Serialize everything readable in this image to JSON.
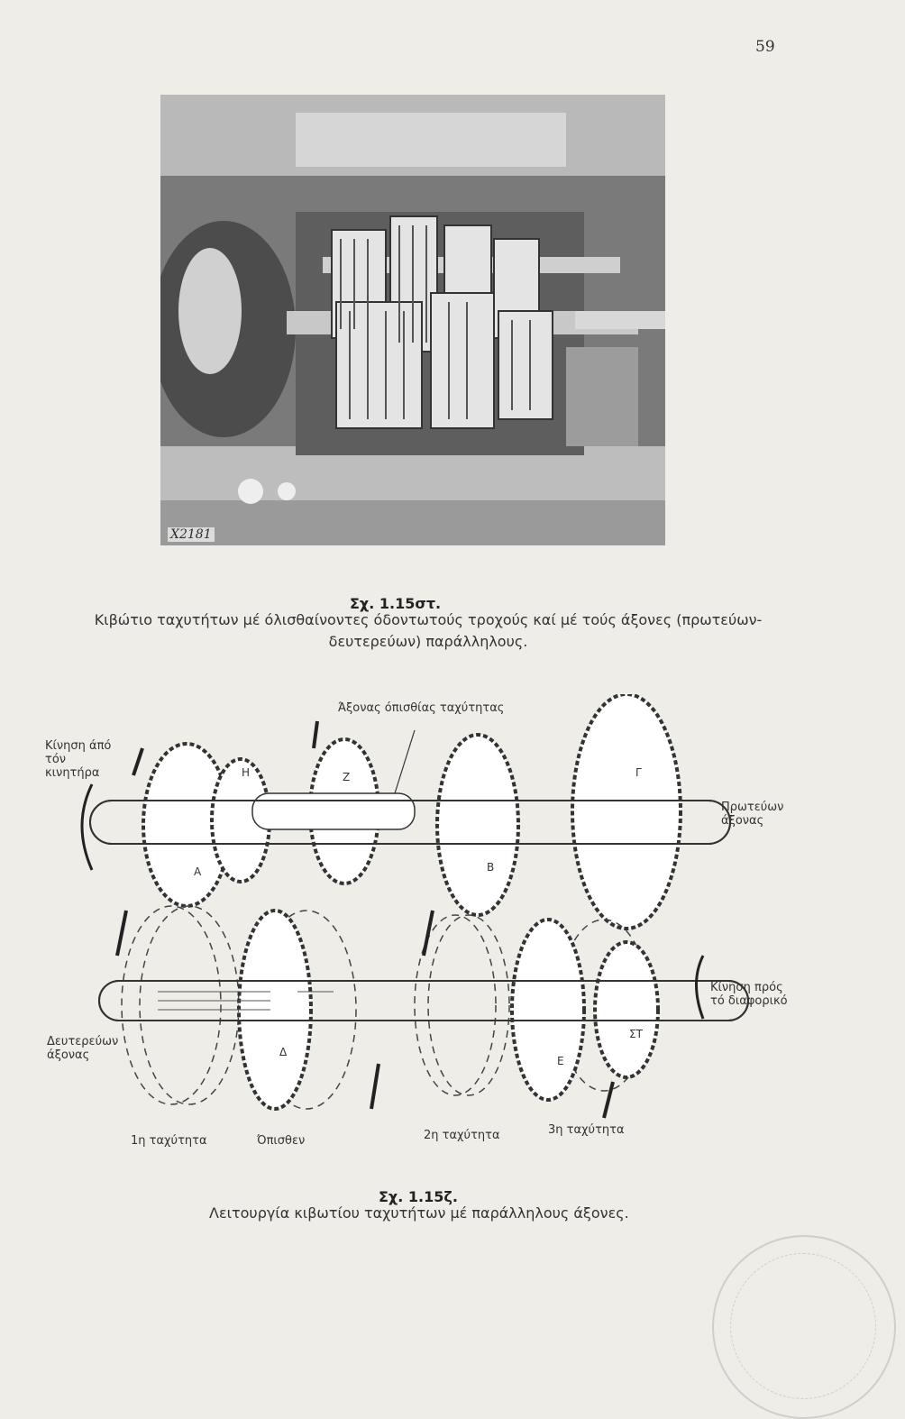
{
  "page_number": "59",
  "photo": {
    "code": "X2181"
  },
  "figure1": {
    "title": "Σχ. 1.15στ.",
    "caption": "Κιβώτιο ταχυτήτων μέ όλισθαίνοντες όδοντωτούς τροχούς καί μέ τούς άξονες (πρωτεύων-δευτερεύων) παράλληλους."
  },
  "diagram": {
    "labels": {
      "input_motion": "Κίνηση άπό τόν κινητήρα",
      "reverse_shaft": "Άξονας όπισθίας ταχύτητας",
      "primary_shaft": "Πρωτεύων άξονας",
      "output_motion": "Κίνηση πρός τό διαφορικό",
      "secondary_shaft": "Δευτερεύων άξονας"
    },
    "gear_letters": {
      "a": "Α",
      "h": "Η",
      "z": "Ζ",
      "b": "Β",
      "g": "Γ",
      "d": "Δ",
      "e": "Ε",
      "st": "ΣΤ"
    },
    "speeds": {
      "first": "1η ταχύτητα",
      "reverse": "Όπισθεν",
      "second": "2η ταχύτητα",
      "third": "3η ταχύτητα"
    }
  },
  "figure2": {
    "title": "Σχ. 1.15ζ.",
    "caption": "Λειτουργία κιβωτίου ταχυτήτων μέ παράλληλους άξονες."
  }
}
